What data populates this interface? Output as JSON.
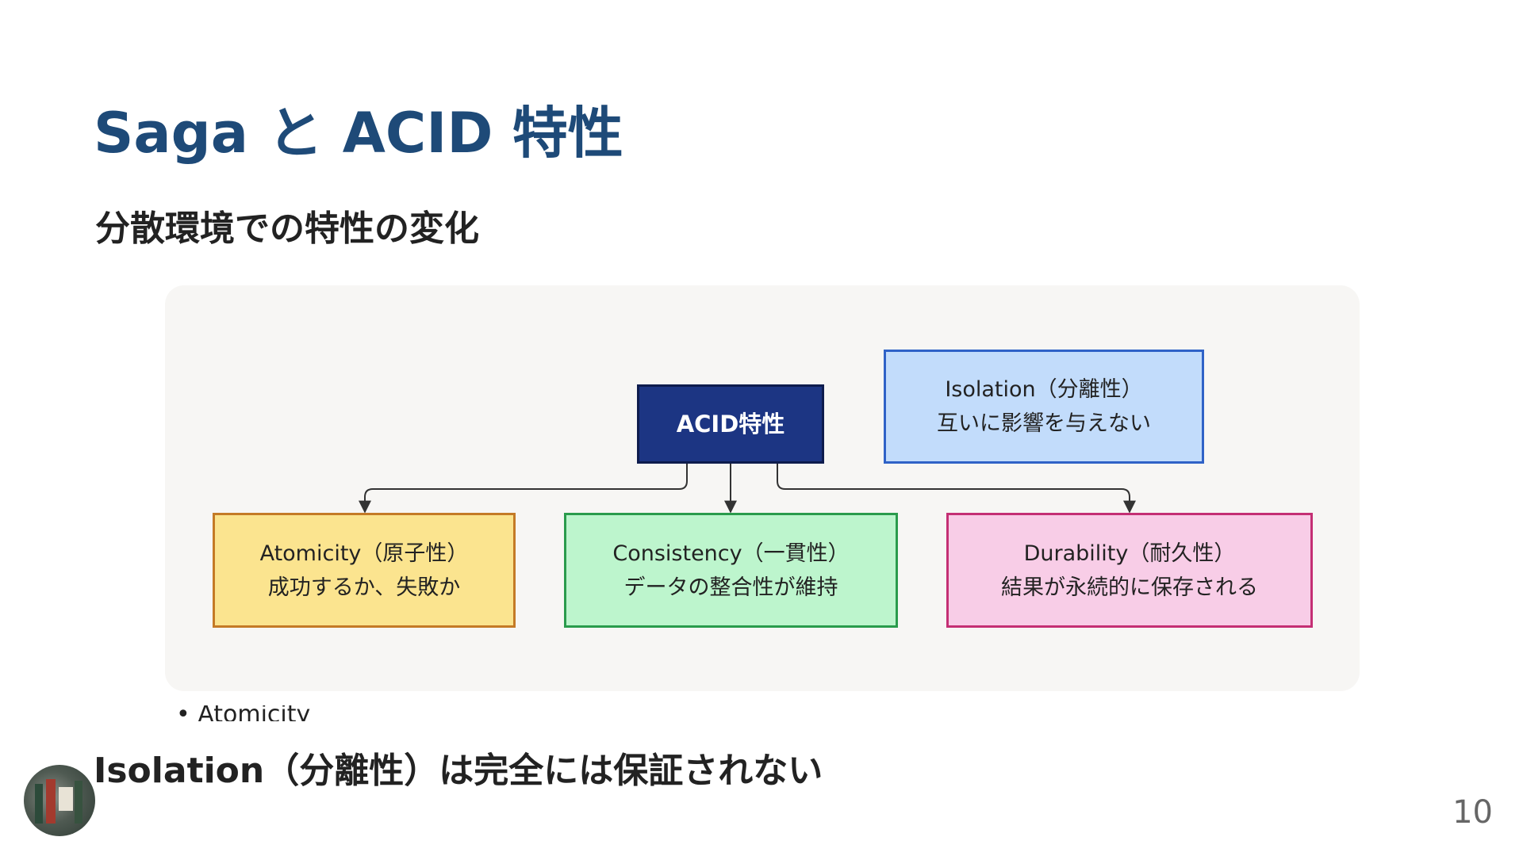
{
  "slide": {
    "title": "Saga と ACID 特性",
    "subtitle": "分散環境での特性の変化",
    "bottom_heading": "Isolation（分離性）は完全には保証されない",
    "obscured_bullet": "• Atomicity",
    "page_number": "10"
  },
  "diagram": {
    "root": {
      "label": "ACID特性",
      "color": "#1c3583"
    },
    "isolation": {
      "line1": "Isolation（分離性）",
      "line2": "互いに影響を与えない",
      "color": "#c2dcfb"
    },
    "atomicity": {
      "line1": "Atomicity（原子性）",
      "line2": "成功するか、失敗か",
      "color": "#fbe48f"
    },
    "consistency": {
      "line1": "Consistency（一貫性）",
      "line2": "データの整合性が維持",
      "color": "#bdf5cd"
    },
    "durability": {
      "line1": "Durability（耐久性）",
      "line2": "結果が永続的に保存される",
      "color": "#f8cde7"
    }
  },
  "theme": {
    "title_color": "#1e4a78",
    "panel_background": "#f7f6f4"
  }
}
